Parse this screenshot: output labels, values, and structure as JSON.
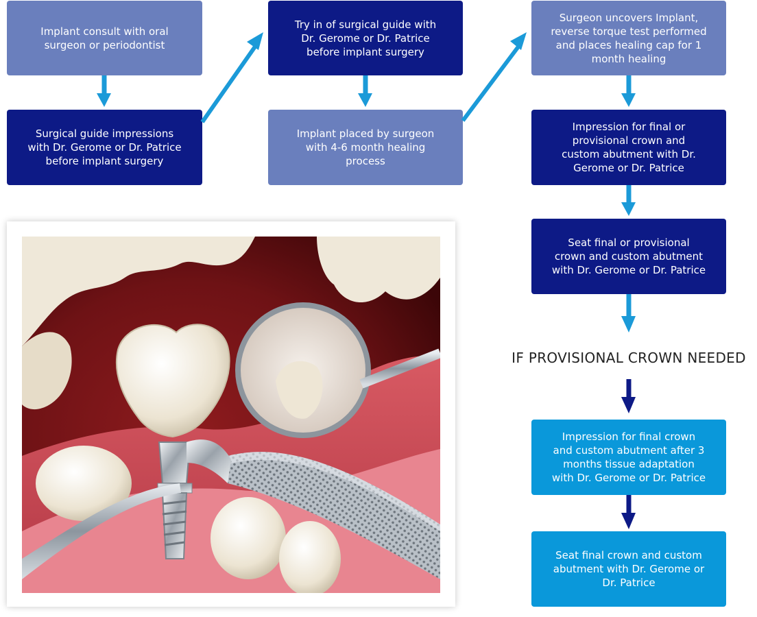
{
  "steps": {
    "consult": {
      "lines": [
        "Implant consult with oral",
        "surgeon or periodontist"
      ]
    },
    "guide_impressions": {
      "lines": [
        "Surgical guide impressions",
        "with Dr. Gerome or Dr. Patrice",
        "before implant surgery"
      ]
    },
    "try_in": {
      "lines": [
        "Try in of surgical guide with",
        "Dr. Gerome or Dr. Patrice",
        "before implant surgery"
      ]
    },
    "implant_placed": {
      "lines": [
        "Implant placed by surgeon",
        "with 4-6 month healing",
        "process"
      ]
    },
    "uncover": {
      "lines": [
        "Surgeon uncovers Implant,",
        "reverse torque test performed",
        "and places healing cap for 1",
        "month healing"
      ]
    },
    "impression": {
      "lines": [
        "Impression for final or",
        "provisional crown and",
        "custom abutment with Dr.",
        "Gerome or Dr. Patrice"
      ]
    },
    "seat": {
      "lines": [
        "Seat final or provisional",
        "crown and custom abutment",
        "with Dr. Gerome or Dr. Patrice"
      ]
    },
    "provisional_impression": {
      "lines": [
        "Impression for final crown",
        "and custom abutment after 3",
        "months tissue adaptation",
        "with Dr. Gerome or Dr. Patrice"
      ]
    },
    "final_seat": {
      "lines": [
        "Seat final crown and custom",
        "abutment with Dr. Gerome or",
        "Dr. Patrice"
      ]
    }
  },
  "condition_label": "IF PROVISIONAL CROWN NEEDED",
  "colors": {
    "light_box": "#6a7fbd",
    "dark_box": "#0d1a86",
    "cyan_box": "#0a98da",
    "arrow_cyan": "#1b9ad8",
    "arrow_navy": "#0d1a86"
  },
  "illustration": {
    "subject": "dental implant crown with dental mirror and instruments"
  }
}
